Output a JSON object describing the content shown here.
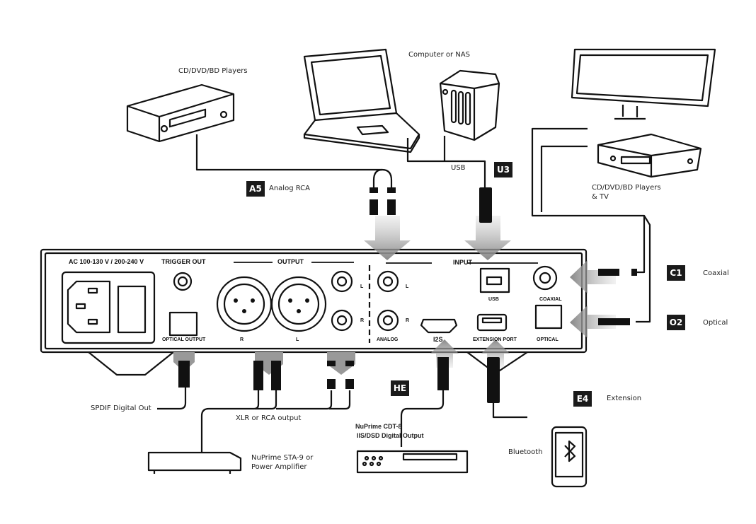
{
  "devices": {
    "cd_players_top": "CD/DVD/BD Players",
    "computer_nas": "Computer or NAS",
    "cd_players_tv": [
      "CD/DVD/BD Players",
      "& TV"
    ],
    "amplifier": [
      "NuPrime STA-9 or",
      "Power Amplifier"
    ],
    "cdt8": [
      "NuPrime CDT-8",
      "IIS/DSD Digital Output"
    ],
    "bluetooth": "Bluetooth"
  },
  "cables": {
    "usb": "USB",
    "spdif": "SPDIF Digital Out",
    "xlr_rca": "XLR or RCA output"
  },
  "legend": [
    {
      "code": "A5",
      "label": "Analog RCA"
    },
    {
      "code": "U3",
      "label": ""
    },
    {
      "code": "C1",
      "label": "Coaxial"
    },
    {
      "code": "O2",
      "label": "Optical"
    },
    {
      "code": "HE",
      "label": ""
    },
    {
      "code": "E4",
      "label": "Extension"
    }
  ],
  "panel": {
    "power": "AC 100-130 V / 200-240 V",
    "trigger": "TRIGGER OUT",
    "output_header": "OUTPUT",
    "input_header": "INPUT",
    "optical_output": "OPTICAL OUTPUT",
    "xlr_r": "R",
    "xlr_l": "L",
    "rca_out_l": "L",
    "rca_out_r": "R",
    "rca_in_l": "L",
    "rca_in_r": "R",
    "analog": "ANALOG",
    "i2s": "I2S",
    "usb": "USB",
    "coaxial": "COAXIAL",
    "extension_port": "EXTENSION PORT",
    "optical": "OPTICAL"
  }
}
